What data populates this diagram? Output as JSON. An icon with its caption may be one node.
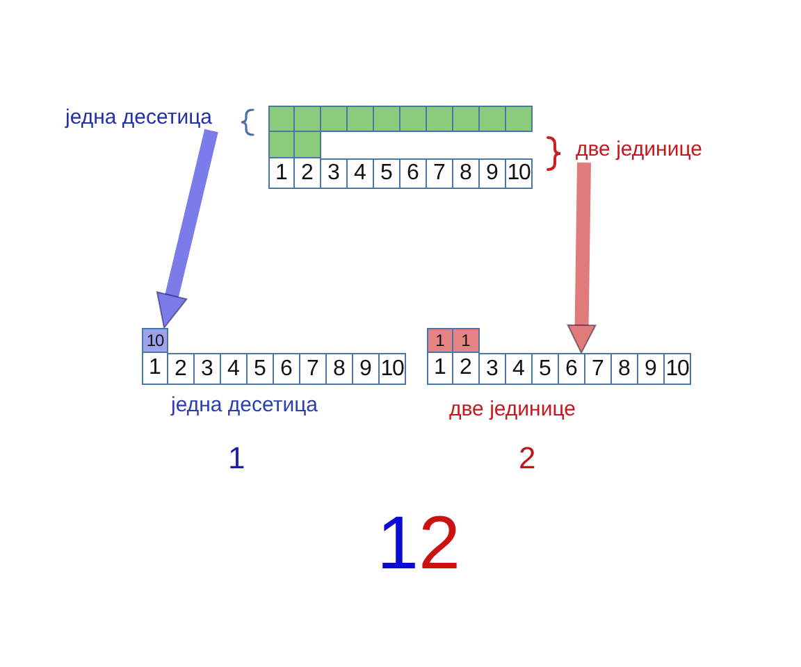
{
  "diagram": {
    "nodes": [
      {
        "text": [
          "једна десетица"
        ]
      },
      {
        "text": [],
        "shape": "box"
      },
      {
        "text": [],
        "shape": "box"
      },
      {
        "text": [],
        "shape": "box"
      },
      {
        "text": [],
        "shape": "box"
      },
      {
        "text": [],
        "shape": "box"
      },
      {
        "text": [],
        "shape": "box"
      },
      {
        "text": [],
        "shape": "box"
      },
      {
        "text": [],
        "shape": "box"
      },
      {
        "text": [],
        "shape": "box"
      },
      {
        "text": [],
        "shape": "box"
      },
      {
        "text": [],
        "shape": "box"
      },
      {
        "text": [],
        "shape": "box"
      },
      {
        "text": [
          "две јединице"
        ]
      },
      {
        "text": [
          "1"
        ]
      },
      {
        "text": [
          "2"
        ]
      },
      {
        "text": [
          "3"
        ]
      },
      {
        "text": [
          "4"
        ]
      },
      {
        "text": [
          "5"
        ]
      },
      {
        "text": [
          "6"
        ]
      },
      {
        "text": [
          "7"
        ]
      },
      {
        "text": [
          "8"
        ]
      },
      {
        "text": [
          "9"
        ]
      },
      {
        "text": [
          "10"
        ]
      },
      {
        "text": [
          "10"
        ]
      },
      {
        "text": [
          "1"
        ]
      },
      {
        "text": [
          "1"
        ]
      },
      {
        "text": [
          "1"
        ]
      },
      {
        "text": [
          "2"
        ]
      },
      {
        "text": [
          "3"
        ]
      },
      {
        "text": [
          "4"
        ]
      },
      {
        "text": [
          "5"
        ]
      },
      {
        "text": [
          "6"
        ]
      },
      {
        "text": [
          "7"
        ]
      },
      {
        "text": [
          "8"
        ]
      },
      {
        "text": [
          "9"
        ]
      },
      {
        "text": [
          "10"
        ]
      },
      {
        "text": [
          "1"
        ]
      },
      {
        "text": [
          "2"
        ]
      },
      {
        "text": [
          "3"
        ]
      },
      {
        "text": [
          "4"
        ]
      },
      {
        "text": [
          "5"
        ]
      },
      {
        "text": [
          "6"
        ]
      },
      {
        "text": [
          "7"
        ]
      },
      {
        "text": [
          "8"
        ]
      },
      {
        "text": [
          "9"
        ]
      },
      {
        "text": [
          "10"
        ]
      }
    ],
    "edges": [
      {
        "from": 0,
        "to": 24,
        "arrow": "to",
        "color": "#7b7bea"
      },
      {
        "from": 13,
        "to": 42,
        "arrow": "to",
        "color": "#e07b7b"
      }
    ],
    "labels": [
      "једна десетица",
      "две јединице",
      "1",
      "2",
      "12"
    ]
  }
}
